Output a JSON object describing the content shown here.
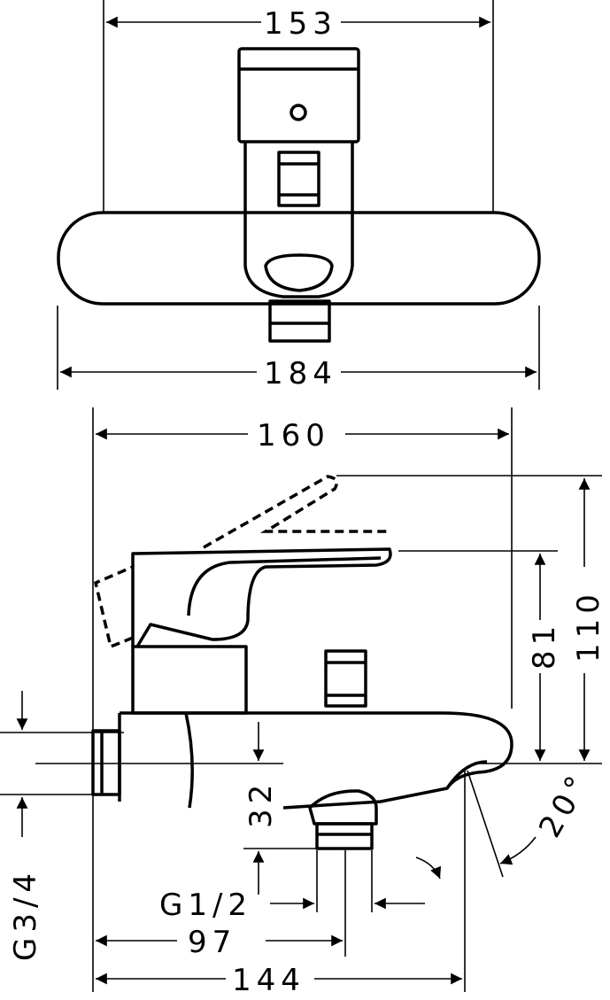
{
  "top_view": {
    "dim_width_upper": "153",
    "dim_width_lower": "184"
  },
  "side_view": {
    "dim_length": "160",
    "dim_height_total": "110",
    "dim_height_spout": "81",
    "dim_offset": "32",
    "angle": "20°",
    "thread_inlet": "G3/4",
    "thread_outlet": "G1/2",
    "dim_outlet_position": "97",
    "dim_projection": "144"
  }
}
